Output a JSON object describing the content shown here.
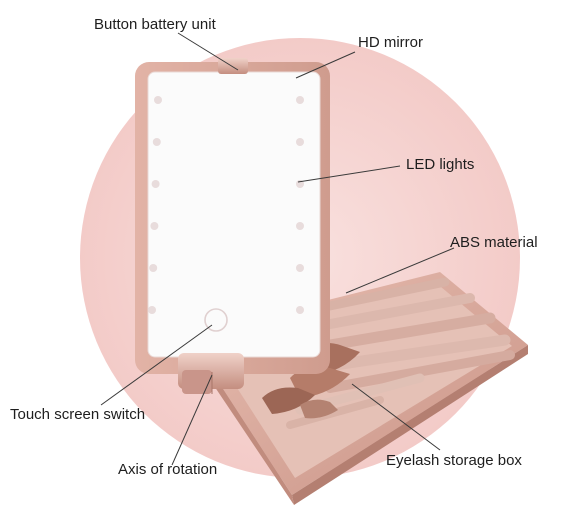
{
  "labels": {
    "button_battery_unit": "Button battery unit",
    "hd_mirror": "HD mirror",
    "led_lights": "LED lights",
    "abs_material": "ABS material",
    "touch_screen_switch": "Touch screen switch",
    "eyelash_storage_box": "Eyelash storage box",
    "axis_of_rotation": "Axis of rotation"
  },
  "colors": {
    "background_circle": "#f6d4d2",
    "rose_gold": "#d9a79a",
    "rose_gold_dark": "#b98577",
    "mirror_surface": "#fbfbfb",
    "led_dot": "#e8dcdc",
    "bristles": "#a8705e",
    "leader_line": "#3a3a3a"
  },
  "led_count": 12
}
